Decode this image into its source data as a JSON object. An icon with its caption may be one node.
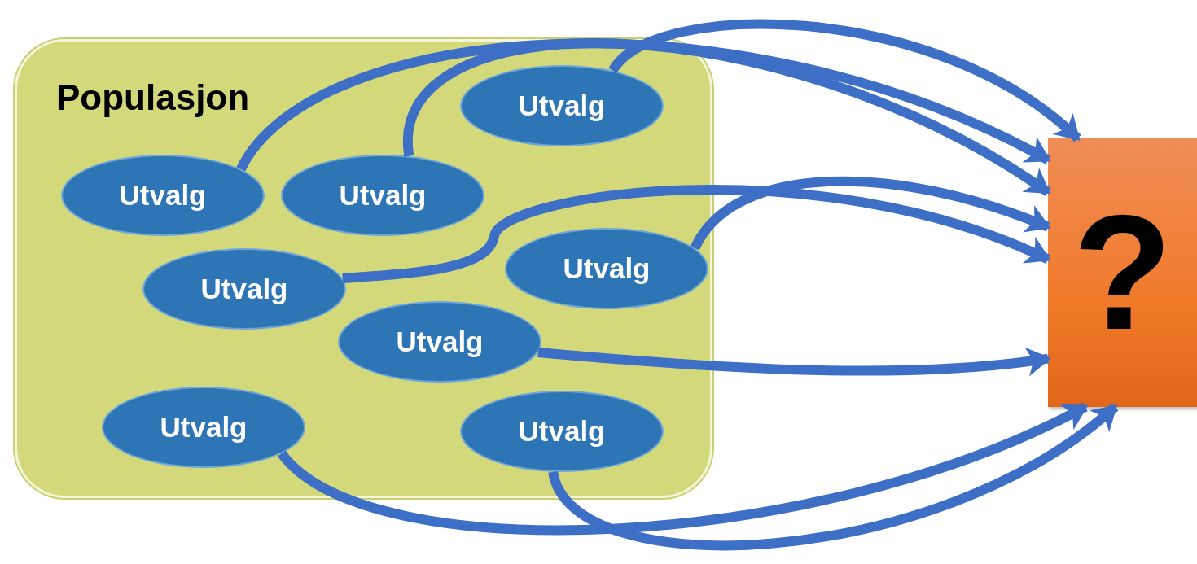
{
  "diagram": {
    "nodes": [
      {
        "text": [
          "Populasjon"
        ]
      },
      {
        "text": [
          "Utvalg"
        ],
        "in": 0
      },
      {
        "text": [
          "Utvalg"
        ],
        "in": 0
      },
      {
        "text": [
          "Utvalg"
        ],
        "in": 0
      },
      {
        "text": [
          "Utvalg"
        ],
        "in": 0
      },
      {
        "text": [
          "Utvalg"
        ],
        "in": 0
      },
      {
        "text": [
          "Utvalg"
        ],
        "in": 0
      },
      {
        "text": [
          "Utvalg"
        ],
        "in": 0
      },
      {
        "text": [
          "Utvalg"
        ],
        "in": 0
      },
      {
        "text": [
          "?"
        ]
      }
    ],
    "edges": [
      {
        "from": 1,
        "to": 9,
        "arrow": "to"
      },
      {
        "from": 2,
        "to": 9,
        "arrow": "to"
      },
      {
        "from": 3,
        "to": 9,
        "arrow": "to"
      },
      {
        "from": 4,
        "to": 9,
        "arrow": "to"
      },
      {
        "from": 5,
        "to": 9,
        "arrow": "to"
      },
      {
        "from": 6,
        "to": 9,
        "arrow": "to"
      },
      {
        "from": 7,
        "to": 9,
        "arrow": "to"
      },
      {
        "from": 8,
        "to": 9,
        "arrow": "to"
      }
    ]
  }
}
